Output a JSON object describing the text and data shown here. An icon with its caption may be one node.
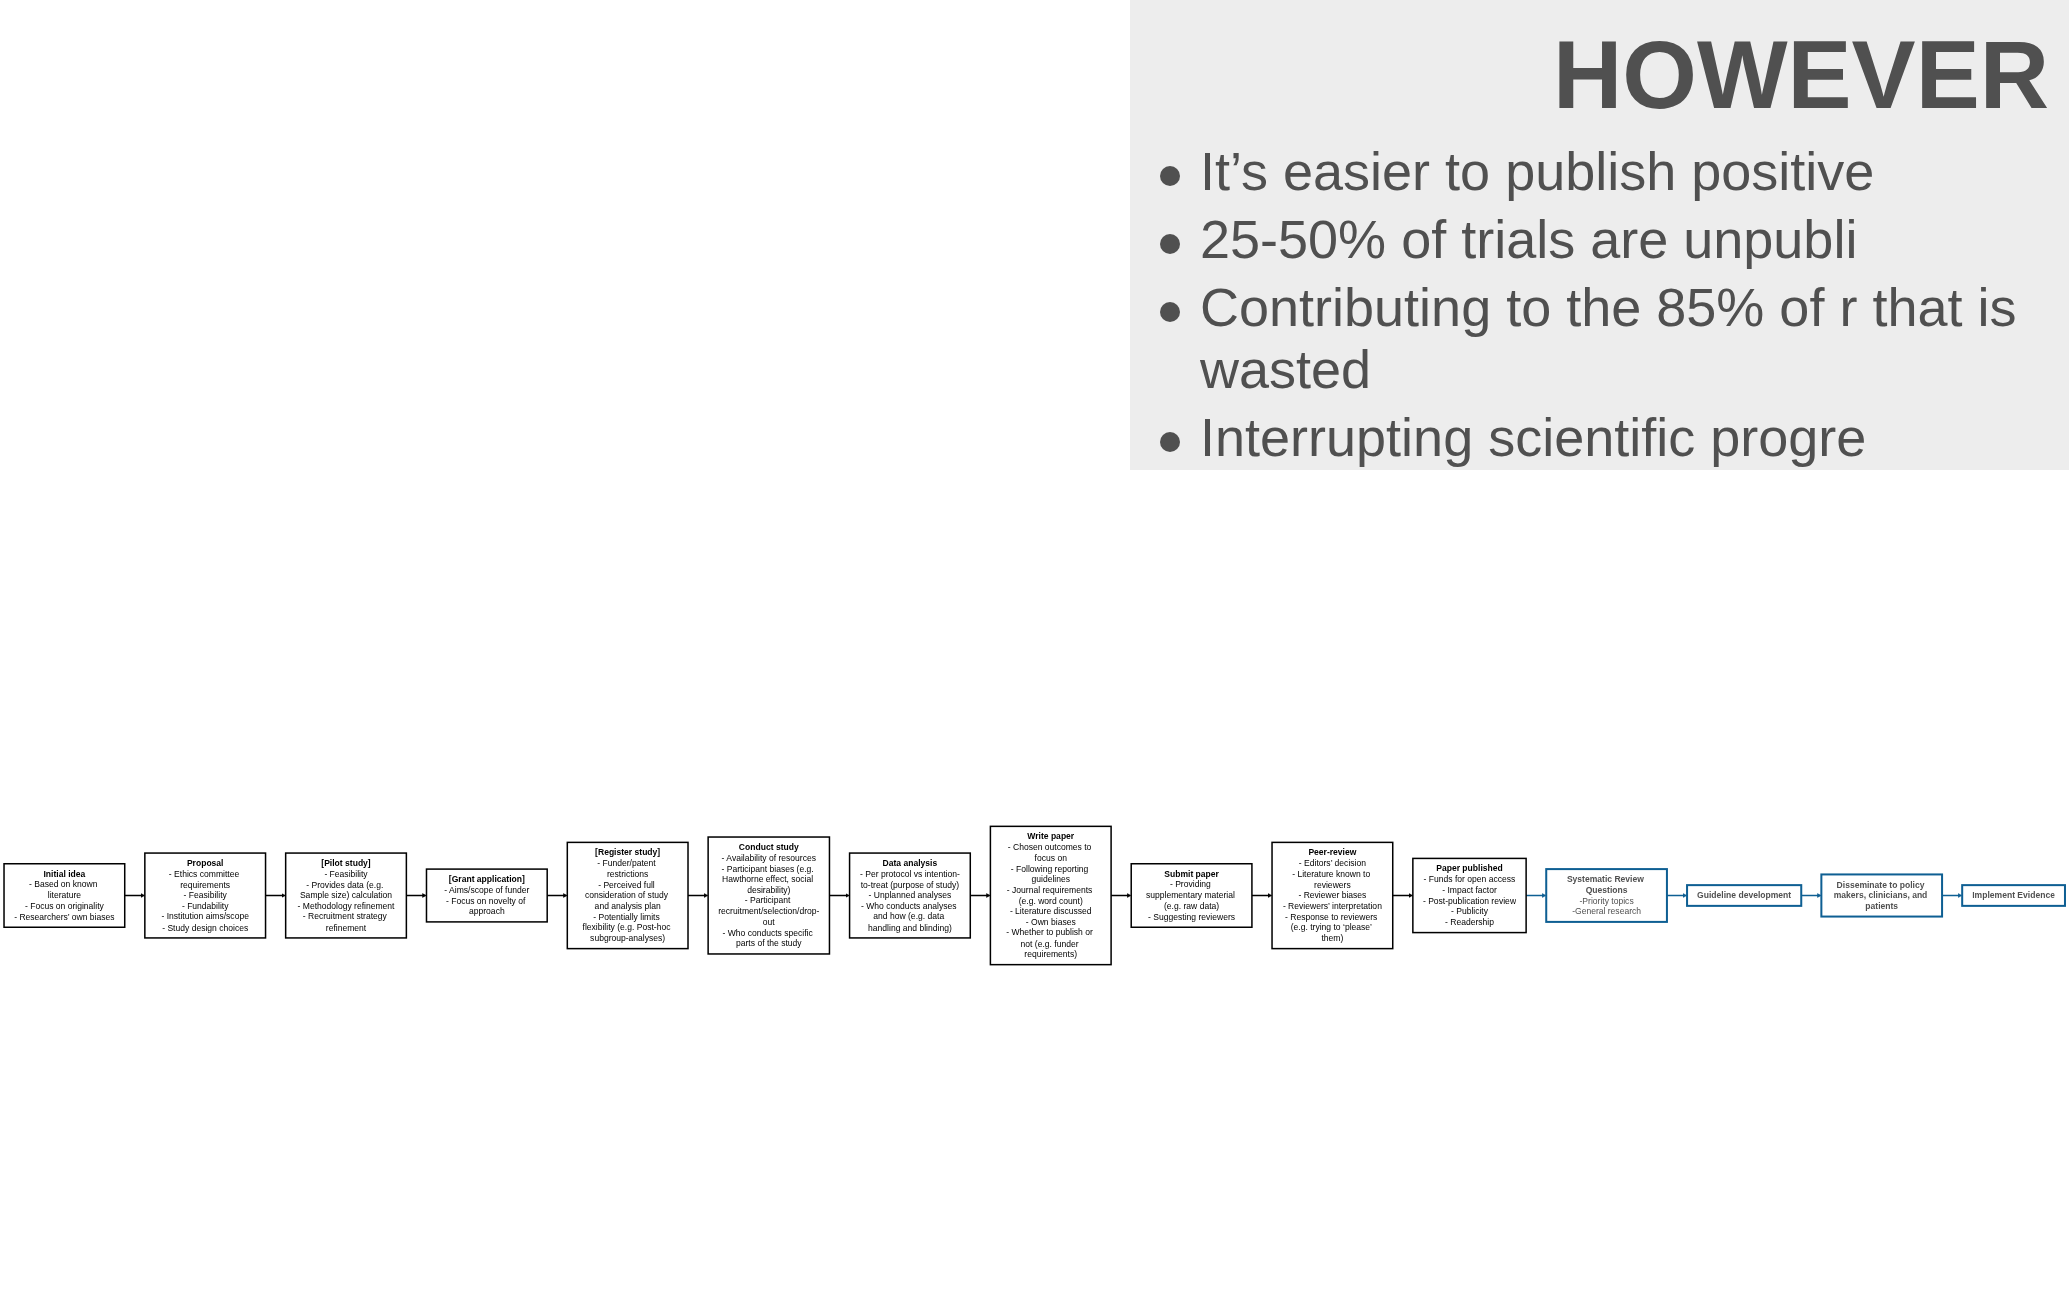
{
  "diagram": {
    "title": "HOWEVER",
    "nodes": [
      {
        "text": [
          "Initial idea",
          "- Based on known literature",
          "- Focus on originality",
          "- Researchers’ own biases"
        ]
      },
      {
        "text": [
          "Proposal",
          "- Ethics committee requirements",
          "- Feasibility",
          "- Fundability",
          "- Institution aims/scope",
          "- Study design choices"
        ]
      },
      {
        "text": [
          "[Pilot study]",
          "- Feasibility",
          "- Provides data (e.g. Sample size) calculation",
          "- Methodology refinement",
          "- Recruitment strategy refinement"
        ]
      },
      {
        "text": [
          "[Grant application]",
          "- Aims/scope of funder",
          "- Focus on novelty of approach"
        ]
      },
      {
        "text": [
          "[Register study]",
          "- Funder/patent restrictions",
          "- Perceived full consideration of study and analysis plan",
          "- Potentially limits flexibility (e.g. Post-hoc subgroup-analyses)"
        ]
      },
      {
        "text": [
          "Conduct study",
          "- Availability of resources",
          "- Participant biases (e.g. Hawthorne effect, social desirability)",
          "- Participant recruitment/selection/drop-out",
          "- Who conducts specific parts of the study"
        ]
      },
      {
        "text": [
          "Data analysis",
          "- Per protocol vs intention-to-treat (purpose of study)",
          "- Unplanned analyses",
          "- Who conducts analyses and how (e.g. data handling and blinding)"
        ]
      },
      {
        "text": [
          "Write paper",
          "- Chosen outcomes to focus on",
          "- Following reporting guidelines",
          "- Journal requirements (e.g. word count)",
          "- Literature discussed",
          "- Own biases",
          "- Whether to publish or not (e.g. funder requirements)"
        ]
      },
      {
        "text": [
          "Submit paper",
          "- Providing supplementary material (e.g. raw data)",
          "- Suggesting reviewers"
        ]
      },
      {
        "text": [
          "Peer-review",
          "- Editors’ decision",
          "- Literature known to reviewers",
          "- Reviewer biases",
          "- Reviewers’ interpretation",
          "- Response to reviewers (e.g. trying to ‘please’ them)"
        ]
      },
      {
        "text": [
          "Paper published",
          "- Funds for open access",
          "- Impact factor",
          "- Post-publication review",
          "- Publicity",
          "- Readership"
        ]
      },
      {
        "text": [
          "Systematic Review Questions",
          "-Priority topics",
          "-General research"
        ]
      },
      {
        "text": [
          "Guideline development"
        ]
      },
      {
        "text": [
          "Disseminate to policy makers, clinicians, and patients"
        ]
      },
      {
        "text": [
          "Implement Evidence"
        ]
      }
    ],
    "edges": [
      {
        "from": 0,
        "to": 1,
        "arrow": "to"
      },
      {
        "from": 1,
        "to": 2,
        "arrow": "to"
      },
      {
        "from": 2,
        "to": 3,
        "arrow": "to"
      },
      {
        "from": 3,
        "to": 4,
        "arrow": "to"
      },
      {
        "from": 4,
        "to": 5,
        "arrow": "to"
      },
      {
        "from": 5,
        "to": 6,
        "arrow": "to"
      },
      {
        "from": 6,
        "to": 7,
        "arrow": "to"
      },
      {
        "from": 7,
        "to": 8,
        "arrow": "to"
      },
      {
        "from": 8,
        "to": 9,
        "arrow": "to"
      },
      {
        "from": 9,
        "to": 10,
        "arrow": "to"
      },
      {
        "from": 10,
        "to": 11,
        "arrow": "to",
        "color": "#0e5f93"
      },
      {
        "from": 11,
        "to": 12,
        "arrow": "to",
        "color": "#0e5f93"
      },
      {
        "from": 12,
        "to": 13,
        "arrow": "to",
        "color": "#0e5f93"
      },
      {
        "from": 13,
        "to": 14,
        "arrow": "to",
        "color": "#0e5f93"
      }
    ],
    "labels": [
      "It’s easier to publish positive",
      "25-50% of trials are unpubli",
      "Contributing to the 85% of r that is wasted",
      "Interrupting scientific progre"
    ]
  }
}
